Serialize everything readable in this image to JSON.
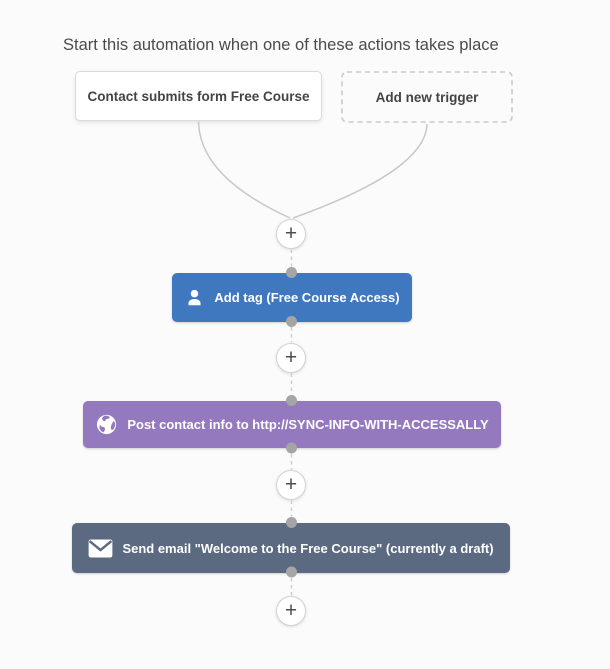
{
  "header": {
    "title": "Start this automation when one of these actions takes place"
  },
  "triggers": {
    "existing": {
      "label": "Contact submits form Free Course"
    },
    "add_new": {
      "label": "Add new trigger"
    }
  },
  "actions": [
    {
      "label": "Add tag (Free Course Access)",
      "icon": "user-icon",
      "color": "#3f78bf"
    },
    {
      "label": "Post contact info to http://SYNC-INFO-WITH-ACCESSALLY",
      "icon": "globe-icon",
      "color": "#9579be"
    },
    {
      "label": "Send email \"Welcome to the Free Course\" (currently a draft)",
      "icon": "envelope-icon",
      "color": "#5b6a80"
    }
  ],
  "plus_button": {
    "label": "+"
  },
  "colors": {
    "background": "#fbfbfb",
    "action_blue": "#3f78bf",
    "action_purple": "#9579be",
    "action_slate": "#5b6a80",
    "connector_line": "#c8c8c8",
    "connector_dot": "#a5a5a5",
    "header_text": "#4b4b4b",
    "trigger_text": "#444444"
  }
}
